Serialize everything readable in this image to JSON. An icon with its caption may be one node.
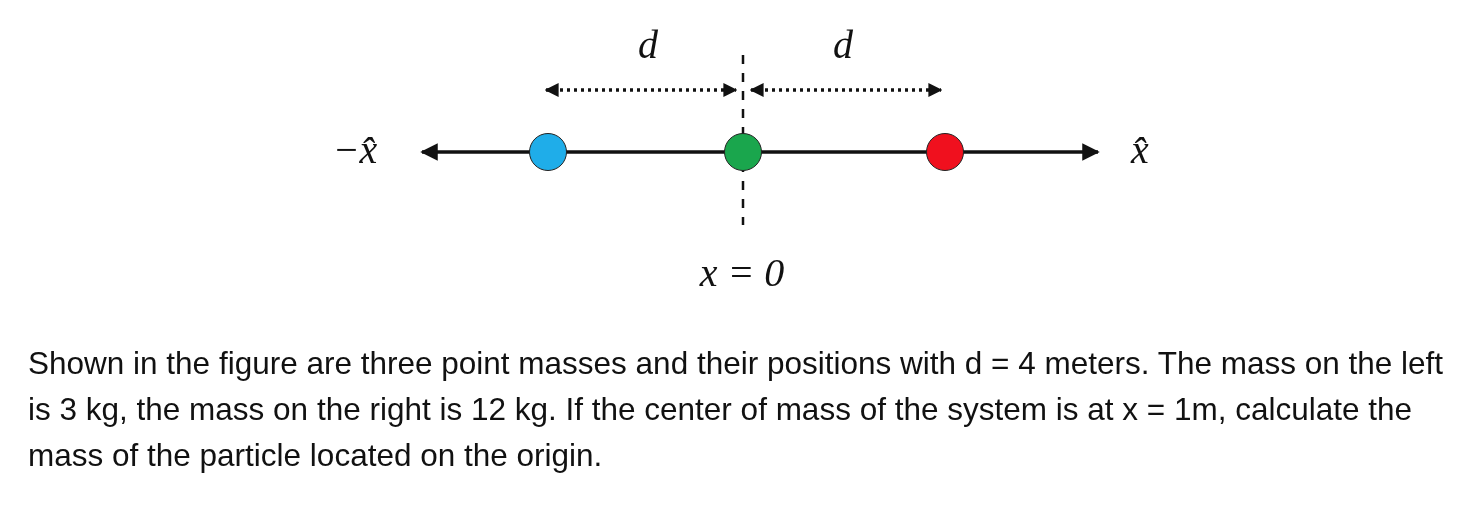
{
  "diagram": {
    "caption": "Shown in the figure are three point masses and their positions with d = 4 meters. The mass on the left is 3 kg, the mass on the right is 12 kg. If the center of mass of the system is at x = 1m, calculate the mass of the particle located on the origin.",
    "nodes": [
      {
        "text": [],
        "shape": "circle"
      },
      {
        "text": [],
        "shape": "circle"
      },
      {
        "text": [],
        "shape": "circle"
      }
    ],
    "labels": [
      "d",
      "d",
      "−x̂",
      "x̂",
      "x = 0"
    ]
  }
}
